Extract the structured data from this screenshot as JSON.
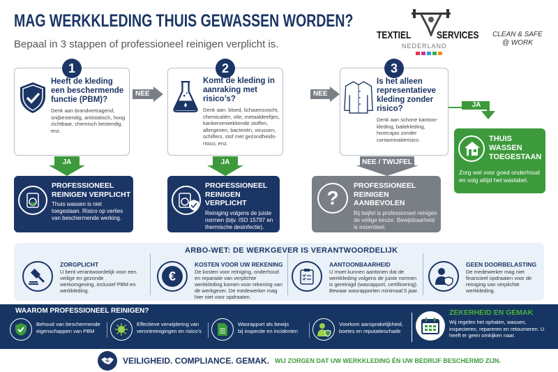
{
  "header": {
    "title": "MAG WERKKLEDING THUIS GEWASSEN WORDEN?",
    "subtitle": "Bepaal in 3 stappen of professioneel reinigen verplicht is."
  },
  "logo": {
    "brand_left": "TEXTIEL",
    "brand_right": "SERVICES",
    "country": "NEDERLAND",
    "tagline_1": "CLEAN & SAFE",
    "tagline_2": "@ WORK",
    "color_squares": [
      "#e8344a",
      "#c93a8f",
      "#2a9fd8",
      "#3aa845",
      "#f28a1f"
    ]
  },
  "colors": {
    "navy": "#1b3565",
    "green": "#3c9a3c",
    "gray": "#7a7f86"
  },
  "steps": [
    {
      "number": "1",
      "icon": "shield-check-icon",
      "question": "Heeft de kleding een beschermende functie (PBM)?",
      "hint": "Denk aan brandvertragend, snijbestendig, antistatisch, hoog zichtbaar, chemisch bestendig, enz."
    },
    {
      "number": "2",
      "icon": "flask-icon",
      "question": "Komt de kleding in aanraking met risico’s?",
      "hint": "Denk aan: bloed, lichaamsvocht, chemicaliën, olie, metaaldeeltjes, kankerverwekkende stoffen, allergenen, bacteriën, virussen, schilfers, stof met gezondheids-risico, enz."
    },
    {
      "number": "3",
      "icon": "shirt-icon",
      "question": "Is het alleen representatieve kleding zonder risico?",
      "hint": "Denk aan schone kantoor-kleding, baliekleding, horecajas zonder contaminatierisico."
    }
  ],
  "arrows": {
    "nee": "NEE",
    "ja": "JA",
    "nee_twijfel": "NEE / TWIJFEL"
  },
  "results": [
    {
      "icon": "washing-machine-icon",
      "title": "PROFESSIONEEL REINIGEN VERPLICHT",
      "text": "Thuis wassen is niet toegestaan. Risico op verlies van beschermende werking."
    },
    {
      "icon": "washing-machine-shield-icon",
      "title": "PROFESSIONEEL REINIGEN VERPLICHT",
      "text": "Reiniging volgens de juiste normen (bijv. ISO 15797 en thermische desinfectie)."
    },
    {
      "icon": "question-icon",
      "title": "PROFESSIONEEL REINIGEN AANBEVOLEN",
      "text": "Bij twijfel is professioneel reinigen de veilige keuze. Bewijsbaarheid is essentieel."
    },
    {
      "icon": "house-icon",
      "title": "THUIS WASSEN TOEGESTAAN",
      "text": "Zorg wel voor goed onderhoud en volg altijd het waslabel."
    }
  ],
  "arbo": {
    "title": "ARBO-WET: DE WERKGEVER IS VERANTWOORDELIJK",
    "items": [
      {
        "icon": "gavel-icon",
        "heading": "ZORGPLICHT",
        "text": "U bent verantwoordelijk voor een veilige en gezonde werkomgeving, inclusief PBM en werkkleding."
      },
      {
        "icon": "euro-icon",
        "heading": "KOSTEN VOOR UW REKENING",
        "text": "De kosten voor reiniging, onderhoud en reparatie van verplichte werkkleding komen voor rekening van de werkgever. De medewerker mag hier niet voor opdraaien."
      },
      {
        "icon": "clipboard-icon",
        "heading": "AANTOONBAARHEID",
        "text": "U moet kunnen aantonen dat de werkkleding volgens de juiste normen is gereinigd (wasrapport, certificering). Bewaar wasrapporten minimaal 5 jaar."
      },
      {
        "icon": "person-shield-icon",
        "heading": "GEEN DOORBELASTING",
        "text": "De medewerker mag niet financieel opdraaien voor de reiniging van verplichte werkkleding."
      }
    ]
  },
  "why": {
    "title": "WAAROM PROFESSIONEEL REINIGEN?",
    "items": [
      {
        "icon": "shield-check-icon",
        "line1": "Behoud van beschermende",
        "line2": "eigenschappen van PBM"
      },
      {
        "icon": "virus-icon",
        "line1": "Effectieve verwijdering van",
        "line2": "verontreinigingen en risico’s"
      },
      {
        "icon": "document-icon",
        "line1": "Wasrapport als bewijs",
        "line2": "bij inspectie en incidenten"
      },
      {
        "icon": "person-shield-icon",
        "line1": "Voorkom aansprakelijkheid,",
        "line2": "boetes en reputatieschade"
      }
    ],
    "highlight": {
      "icon": "calendar-icon",
      "title": "ZEKERHEID EN GEMAK",
      "text": "Wij regelen het ophalen, wassen, inspecteren, repareren en retourneren. U heeft er geen omkijken naar."
    }
  },
  "footer": {
    "icon": "handshake-icon",
    "slogan": "VEILIGHEID. COMPLIANCE. GEMAK.",
    "tagline": "WIJ ZORGEN DAT UW WERKKLEDING ÉN UW BEDRIJF BESCHERMD ZIJN."
  }
}
